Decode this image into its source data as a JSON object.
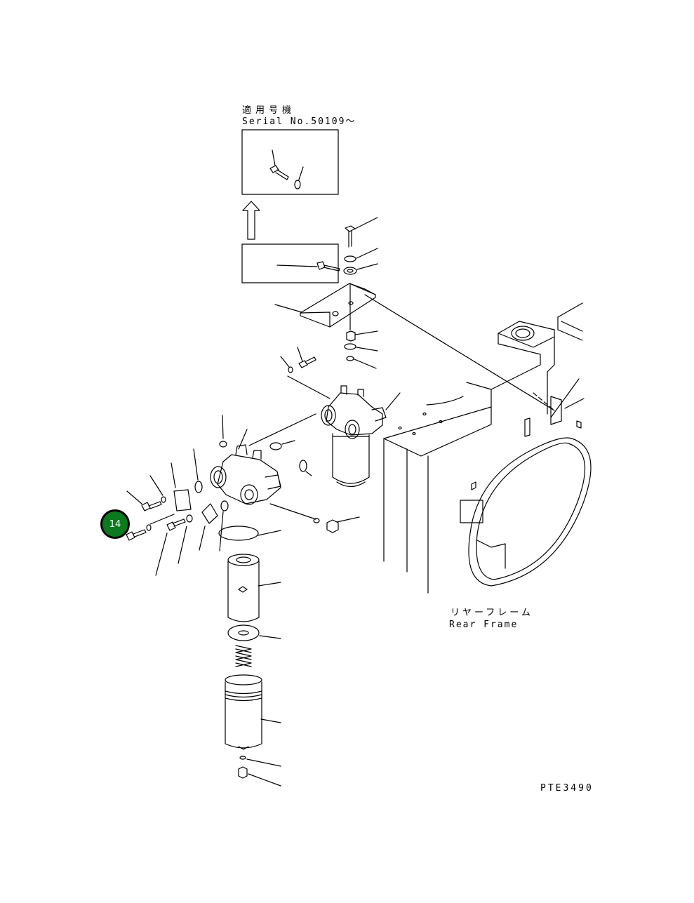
{
  "serial_box": {
    "title_jp": "適用号機",
    "title_en": "Serial No.50109～"
  },
  "rear_frame": {
    "label_jp": "リヤーフレーム",
    "label_en": "Rear Frame"
  },
  "drawing_code": "PTE3490",
  "callout": {
    "number": "14",
    "color": "#0b7a1e"
  }
}
